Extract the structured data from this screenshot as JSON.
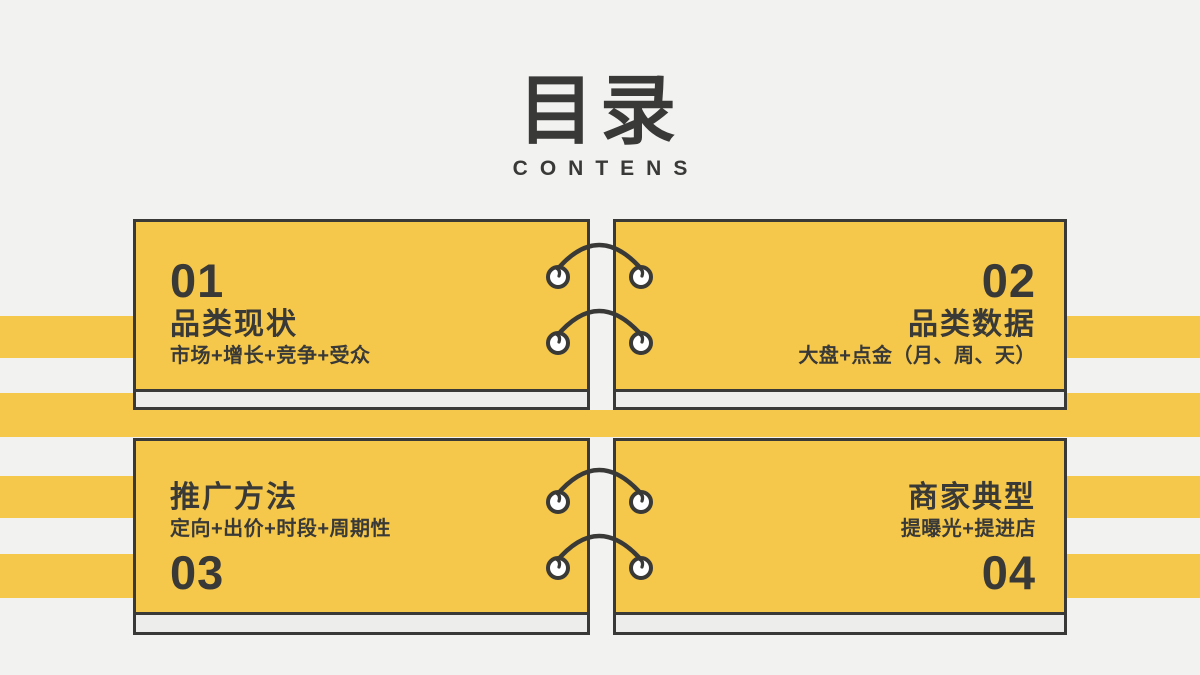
{
  "slide": {
    "title": "目录",
    "subtitle": "CONTENS"
  },
  "colors": {
    "accent_yellow": "#F5C74A",
    "ink": "#393937",
    "background": "#F2F2F1",
    "page_edge": "#EDEDEC"
  },
  "toc": {
    "items": [
      {
        "number": "01",
        "title": "品类现状",
        "subtitle": "市场+增长+竞争+受众"
      },
      {
        "number": "02",
        "title": "品类数据",
        "subtitle": "大盘+点金（月、周、天）"
      },
      {
        "number": "03",
        "title": "推广方法",
        "subtitle": "定向+出价+时段+周期性"
      },
      {
        "number": "04",
        "title": "商家典型",
        "subtitle": "提曝光+提进店"
      }
    ]
  }
}
